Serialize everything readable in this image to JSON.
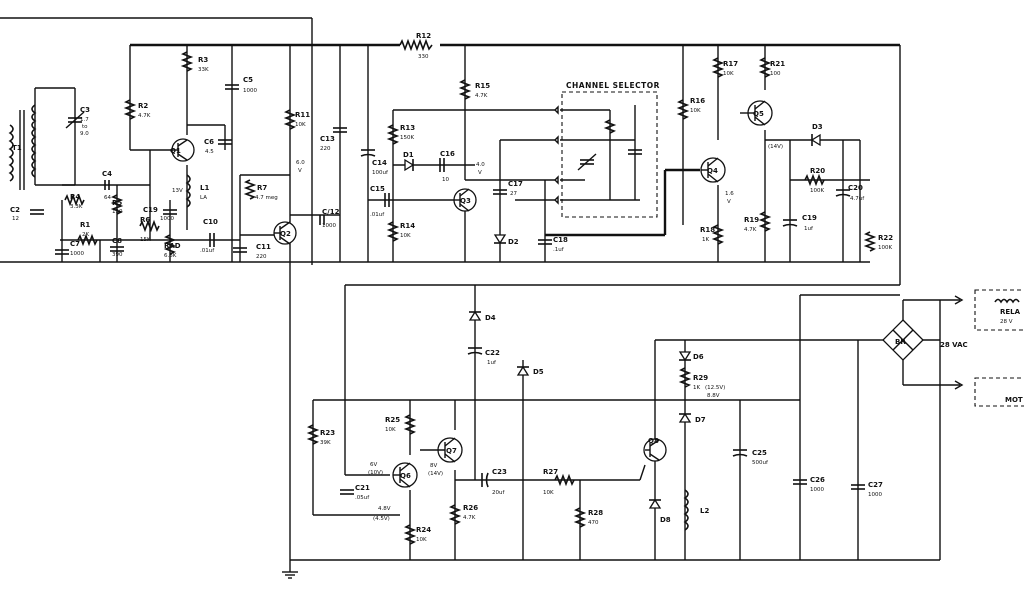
{
  "labels": {
    "t1": "T1",
    "c2": "C2",
    "c2v": "12",
    "c3": "C3",
    "c3v1": "1.7",
    "c3v2": "to",
    "c3v3": "9.0",
    "c4": "C4",
    "c4v": "64",
    "r4": "R4",
    "r4v": "3.3K",
    "r5": "R5",
    "r5v": "150",
    "r1": "R1",
    "r1v": "2K",
    "c7": "C7",
    "c7v": "1000",
    "c8": "C8",
    "c8v": "390",
    "r3": "R3",
    "r3v": "33K",
    "r2": "R2",
    "r2v": "4.7K",
    "q1": "Q1",
    "c6": "C6",
    "c6v": "4.5",
    "c5": "C5",
    "c5v": "1000",
    "l1": "L1",
    "l1v": "LA",
    "l1n": "13V",
    "c19": "C19",
    "c19v": "1000",
    "r6": "R6",
    "r6v": "15K",
    "rad": "RAD",
    "radv": "6.8K",
    "c10": "C10",
    "c10v": ".01uf",
    "c11": "C11",
    "c11v": "220",
    "r7": "R7",
    "r7v": "4.7 meg",
    "r11": "R11",
    "r11v": "10K",
    "v6": "6.0",
    "v6u": "V",
    "q2": "Q2",
    "c12": "C/12",
    "c12v": "1000",
    "c13": "C13",
    "c13v": "220",
    "r12": "R12",
    "r12v": "330",
    "r15": "R15",
    "r15v": "4.7K",
    "r13": "R13",
    "r13v": "150K",
    "d1": "D1",
    "c14": "C14",
    "c14v": "100uf",
    "c16": "C16",
    "c16v": "10",
    "v40": "4.0",
    "v40u": "V",
    "c15": "C15",
    "c15v": ".01uf",
    "r14": "R14",
    "r14v": "10K",
    "q3": "Q3",
    "c17": "C17",
    "c17v": "27",
    "d2": "D2",
    "c18": "C18",
    "c18v": ".1uf",
    "chsel": "CHANNEL SELECTOR",
    "r17": "R17",
    "r17v": "10K",
    "r21": "R21",
    "r21v": "100",
    "r16": "R16",
    "r16v": "10K",
    "q5": "Q5",
    "q4": "Q4",
    "v14v": "(14V)",
    "d3": "D3",
    "r20": "R20",
    "r20v": "100K",
    "c20": "C20",
    "c20v": "4.7uf",
    "v16": "1.6",
    "v16u": "V",
    "r18": "R18",
    "r18v": "1K",
    "r19": "R19",
    "r19v": "4.7K",
    "c19b": "C19",
    "c19bv": "1uf",
    "r22": "R22",
    "r22v": "100K",
    "d4": "D4",
    "c22": "C22",
    "c22v": "1uf",
    "d5": "D5",
    "d6": "D6",
    "r29": "R29",
    "r29v": "1K",
    "v12": "(12.5V)",
    "v12b": "8.8V",
    "d7": "D7",
    "br": "BR",
    "vac": "28 VAC",
    "relay": "RELA",
    "relayv": "28 V",
    "mot": "MOT",
    "r23": "R23",
    "r23v": "39K",
    "r25": "R25",
    "r25v": "10K",
    "q7": "Q7",
    "q6": "Q6",
    "v6v": "6V",
    "v10v": "(10V)",
    "v8v": "8V",
    "v14b": "(14V)",
    "c21": "C21",
    "c21v": ".05uf",
    "v48": "4.8V",
    "v45": "(4.5V)",
    "r24": "R24",
    "r24v": "10K",
    "c23": "C23",
    "c23v": "20uf",
    "r27": "R27",
    "r27v": "10K",
    "r26": "R26",
    "r26v": "4.7K",
    "r28": "R28",
    "r28v": "470",
    "q8": "Q8",
    "d8": "D8",
    "l2": "L2",
    "c25": "C25",
    "c25v": "500uf",
    "c26": "C26",
    "c26v": "1000",
    "c27": "C27",
    "c27v": "1000"
  }
}
